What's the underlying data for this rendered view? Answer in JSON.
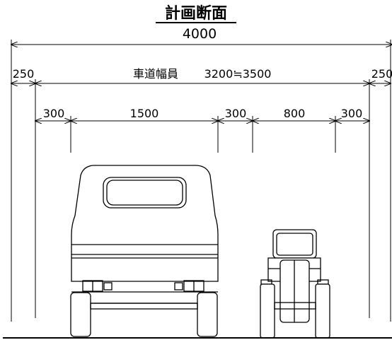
{
  "title": "計画断面",
  "total_width": "4000",
  "lane_label": "車道幅員",
  "lane_width": "3200≒3500",
  "dims_top": {
    "left": "250",
    "right": "250"
  },
  "dims_bottom": {
    "gap1": "300",
    "car_width": "1500",
    "gap2": "300",
    "tractor_width": "800",
    "gap3": "300"
  },
  "colors": {
    "line": "#000000",
    "background": "#ffffff"
  },
  "icons": [
    "light-truck-rear-view-icon",
    "small-tractor-rear-view-icon",
    "arrowhead-icon"
  ]
}
